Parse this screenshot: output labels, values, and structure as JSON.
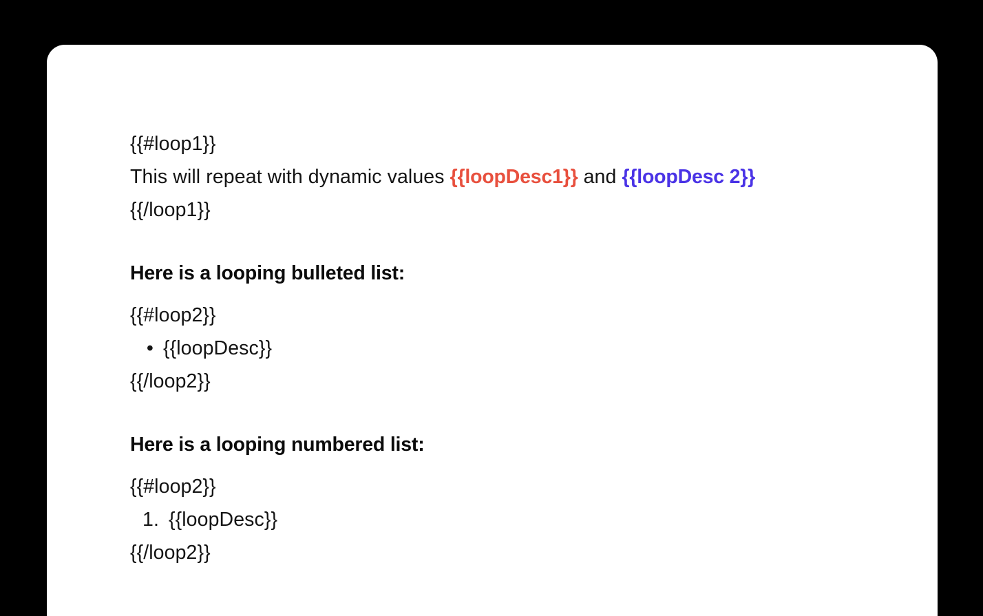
{
  "canvas": {
    "background_color": "#000000"
  },
  "document": {
    "background_color": "#ffffff",
    "text_color": "#141414"
  },
  "colors": {
    "variable_red": "#e8503e",
    "variable_purple": "#4a33e6",
    "text": "#141414",
    "heading": "#0b0b0b"
  },
  "content": {
    "loop1": {
      "open_tag": "{{#loop1}}",
      "sentence_prefix": "This will repeat with dynamic values ",
      "variable_1": "{{loopDesc1}}",
      "sentence_conjunction": " and ",
      "variable_2": "{{loopDesc 2}}",
      "close_tag": "{{/loop1}}"
    },
    "bulleted_section": {
      "heading": "Here is a looping bulleted list:",
      "open_tag": "{{#loop2}}",
      "bullet_marker": "•",
      "item_text": "{{loopDesc}}",
      "close_tag": "{{/loop2}}"
    },
    "numbered_section": {
      "heading": "Here is a looping numbered list:",
      "open_tag": "{{#loop2}}",
      "number_marker": "1.",
      "item_text": "{{loopDesc}}",
      "close_tag": "{{/loop2}}"
    }
  }
}
